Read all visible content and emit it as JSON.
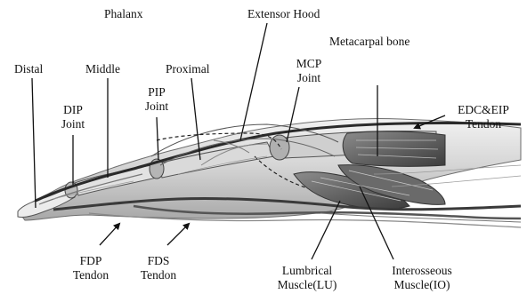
{
  "labels": {
    "phalanx": "Phalanx",
    "extensor_hood": "Extensor Hood",
    "metacarpal_bone": "Metacarpal bone",
    "distal": "Distal",
    "middle": "Middle",
    "proximal": "Proximal",
    "dip_joint": [
      "DIP",
      "Joint"
    ],
    "pip_joint": [
      "PIP",
      "Joint"
    ],
    "mcp_joint": [
      "MCP",
      "Joint"
    ],
    "edc_eip_tendon": [
      "EDC&EIP",
      "Tendon"
    ],
    "fdp_tendon": [
      "FDP",
      "Tendon"
    ],
    "fds_tendon": [
      "FDS",
      "Tendon"
    ],
    "lumbrical_muscle": [
      "Lumbrical",
      "Muscle(LU)"
    ],
    "interosseous_muscle": [
      "Interosseous",
      "Muscle(IO)"
    ]
  },
  "colors": {
    "ink": "#111111",
    "tissue_light": "#d9d9d9",
    "tissue_mid": "#9a9a9a",
    "tissue_dark": "#4a4a4a"
  }
}
